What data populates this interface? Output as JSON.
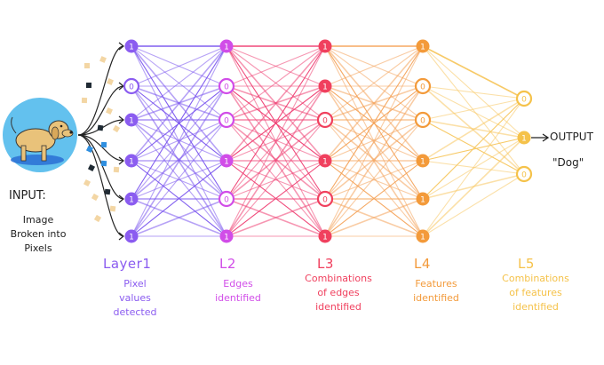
{
  "input": {
    "label": "INPUT:",
    "description_lines": [
      "Image",
      "Broken into",
      "Pixels"
    ]
  },
  "output": {
    "label": "OUTPUT",
    "value": "\"Dog\""
  },
  "layers": [
    {
      "title": "Layer1",
      "desc_lines": [
        "Pixel",
        "values",
        "detected"
      ],
      "color": "#8b5cf0",
      "line_color": "#7a55ee",
      "nodes": [
        "1",
        "0",
        "1",
        "1",
        "1",
        "1"
      ]
    },
    {
      "title": "L2",
      "desc_lines": [
        "Edges",
        "identified"
      ],
      "color": "#d14de8",
      "line_color": "#d24fe6",
      "nodes": [
        "1",
        "0",
        "0",
        "1",
        "0",
        "1"
      ]
    },
    {
      "title": "L3",
      "desc_lines": [
        "Combinations",
        "of edges",
        "identified"
      ],
      "color": "#f0405e",
      "line_color": "#ef3f73",
      "nodes": [
        "1",
        "1",
        "0",
        "1",
        "0",
        "1"
      ]
    },
    {
      "title": "L4",
      "desc_lines": [
        "Features",
        "identified"
      ],
      "color": "#f39a3a",
      "line_color": "#f4a35a",
      "nodes": [
        "1",
        "0",
        "0",
        "1",
        "1",
        "1"
      ]
    },
    {
      "title": "L5",
      "desc_lines": [
        "Combinations",
        "of features",
        "identified"
      ],
      "color": "#f5c24a",
      "line_color": "#f7c760",
      "nodes": [
        "0",
        "1",
        "0"
      ]
    }
  ],
  "colors": {
    "input_arrows": "#222222",
    "pixel_tan": "#f3d6a4",
    "pixel_dark": "#1f2a33",
    "pixel_blue": "#2f8fe0",
    "dog_circle": "#63c1ee",
    "dog_body": "#e9c27a",
    "text_dark": "#222222"
  }
}
